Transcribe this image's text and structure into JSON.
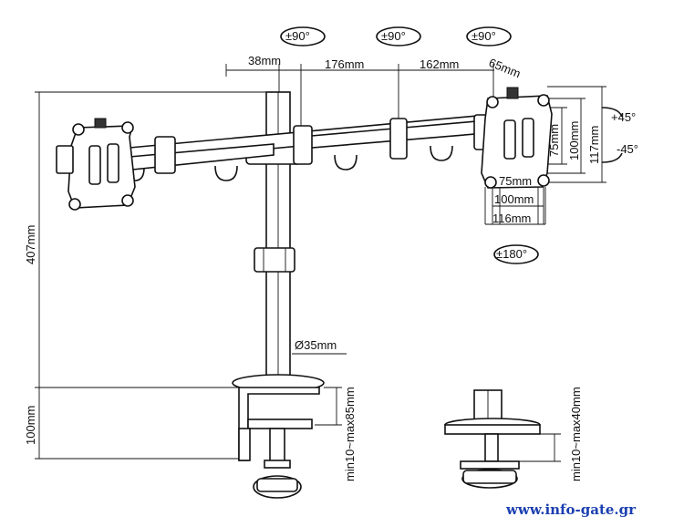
{
  "rotation": {
    "tilt_1": "±90°",
    "tilt_2": "±90°",
    "tilt_3": "±90°",
    "rotate": "±180°",
    "up": "+45°",
    "down": "-45°"
  },
  "arm_dims": {
    "d1": "38mm",
    "d2": "176mm",
    "d3": "162mm",
    "d4": "65mm"
  },
  "pole": {
    "height": "407mm",
    "diameter": "Ø35mm",
    "base_height": "100mm"
  },
  "clamp": {
    "range_1": "min10~max85mm",
    "range_2": "min10~max40mm"
  },
  "vesa": {
    "h75": "75mm",
    "h100": "100mm",
    "h117": "117mm",
    "w75": "75mm",
    "w100": "100mm",
    "w116": "116mm"
  },
  "watermark": "www.info-gate.gr"
}
